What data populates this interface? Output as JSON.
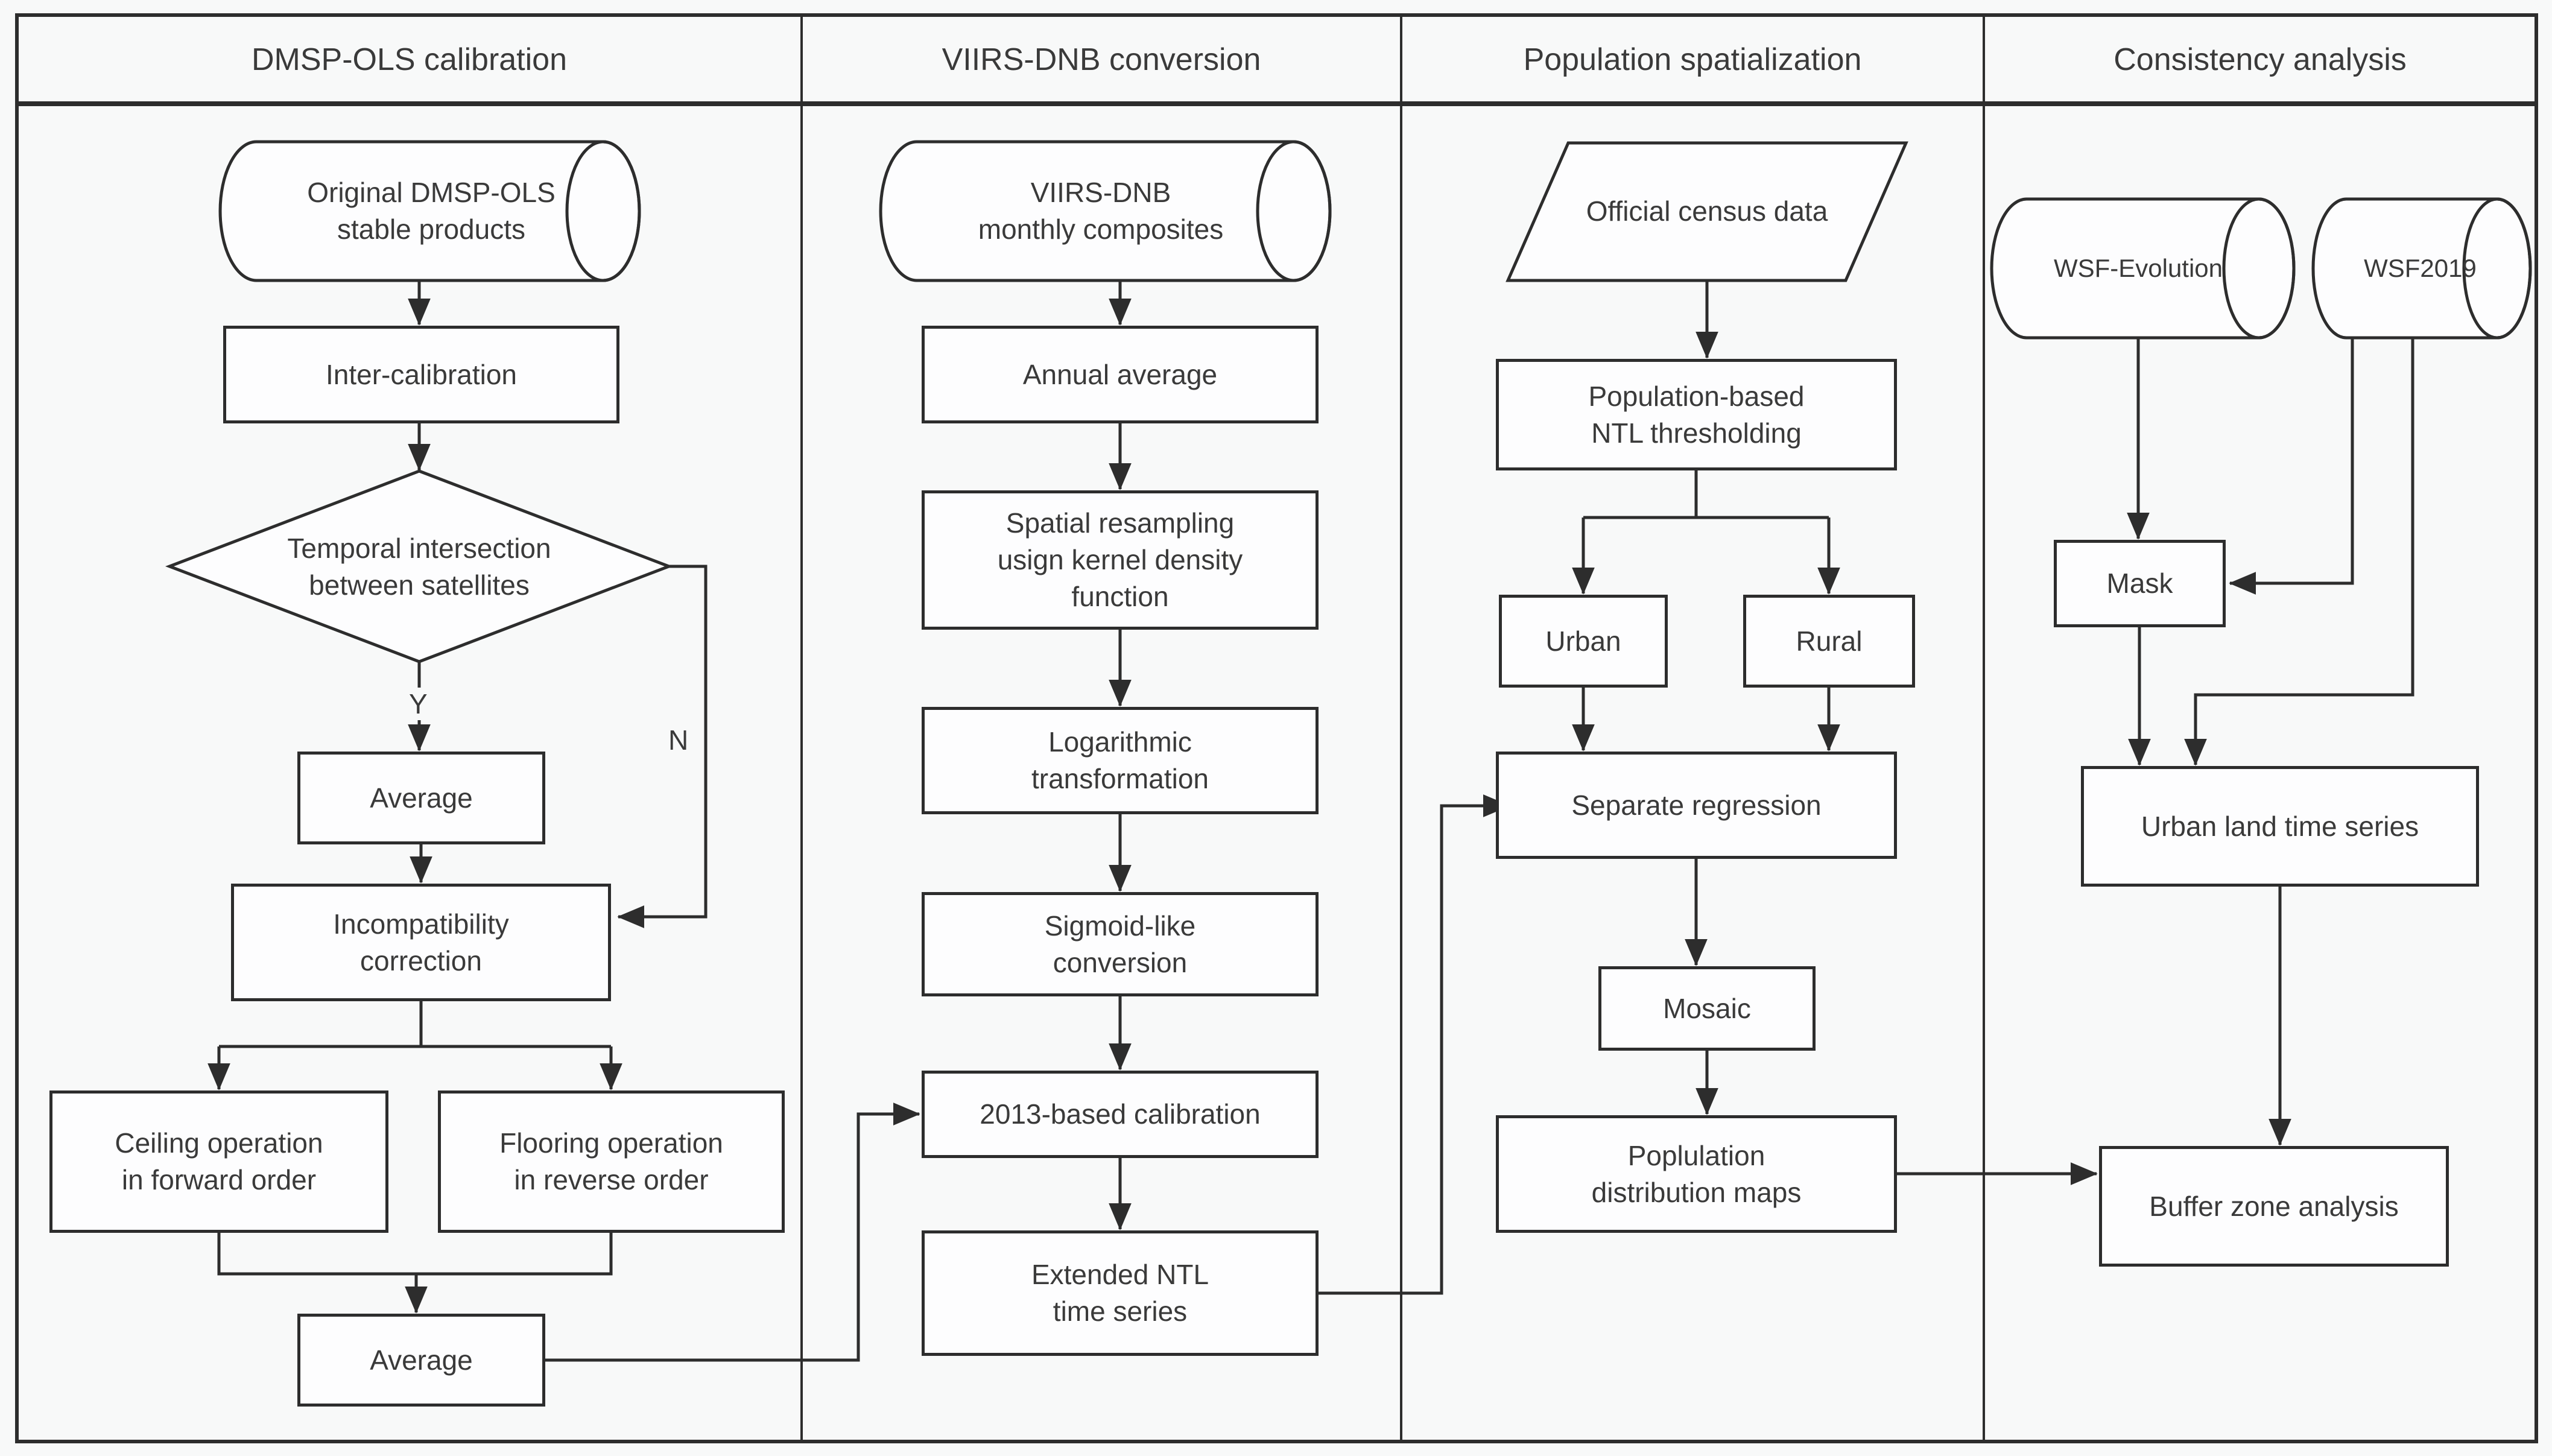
{
  "columns": [
    {
      "header": "DMSP-OLS calibration"
    },
    {
      "header": "VIIRS-DNB conversion"
    },
    {
      "header": "Population spatialization"
    },
    {
      "header": "Consistency analysis"
    }
  ],
  "nodes": {
    "dmsp_source": {
      "label": "Original DMSP-OLS\nstable products",
      "shape": "cylinder"
    },
    "inter_calibration": {
      "label": "Inter-calibration",
      "shape": "process"
    },
    "temporal_decision": {
      "label": "Temporal intersection\nbetween satellites",
      "shape": "decision"
    },
    "average_1": {
      "label": "Average",
      "shape": "process"
    },
    "incompatibility_correction": {
      "label": "Incompatibility\ncorrection",
      "shape": "process"
    },
    "ceiling_operation": {
      "label": "Ceiling operation\nin forward order",
      "shape": "process"
    },
    "flooring_operation": {
      "label": "Flooring operation\nin reverse order",
      "shape": "process"
    },
    "average_2": {
      "label": "Average",
      "shape": "process"
    },
    "viirs_source": {
      "label": "VIIRS-DNB\nmonthly composites",
      "shape": "cylinder"
    },
    "annual_average": {
      "label": "Annual average",
      "shape": "process"
    },
    "spatial_resampling": {
      "label": "Spatial resampling\nusign kernel density\nfunction",
      "shape": "process"
    },
    "logarithmic_transformation": {
      "label": "Logarithmic\ntransformation",
      "shape": "process"
    },
    "sigmoid_conversion": {
      "label": "Sigmoid-like\nconversion",
      "shape": "process"
    },
    "calibration_2013": {
      "label": "2013-based calibration",
      "shape": "process"
    },
    "extended_ntl": {
      "label": "Extended NTL\ntime series",
      "shape": "process"
    },
    "official_census": {
      "label": "Official census data",
      "shape": "parallelogram"
    },
    "ntl_thresholding": {
      "label": "Population-based\nNTL thresholding",
      "shape": "process"
    },
    "urban": {
      "label": "Urban",
      "shape": "process"
    },
    "rural": {
      "label": "Rural",
      "shape": "process"
    },
    "separate_regression": {
      "label": "Separate regression",
      "shape": "process"
    },
    "mosaic": {
      "label": "Mosaic",
      "shape": "process"
    },
    "population_maps": {
      "label": "Poplulation\ndistribution maps",
      "shape": "process"
    },
    "wsf_evolution": {
      "label": "WSF-Evolution",
      "shape": "cylinder"
    },
    "wsf_2019": {
      "label": "WSF2019",
      "shape": "cylinder"
    },
    "mask": {
      "label": "Mask",
      "shape": "process"
    },
    "urban_land_series": {
      "label": "Urban land time series",
      "shape": "process"
    },
    "buffer_zone": {
      "label": "Buffer zone analysis",
      "shape": "process"
    }
  },
  "branch_labels": {
    "yes": "Y",
    "no": "N"
  },
  "colors": {
    "stroke": "#2d2d2d",
    "text": "#3a3a3a",
    "background": "#f8f9f9",
    "node_fill": "#fdfdfe"
  }
}
